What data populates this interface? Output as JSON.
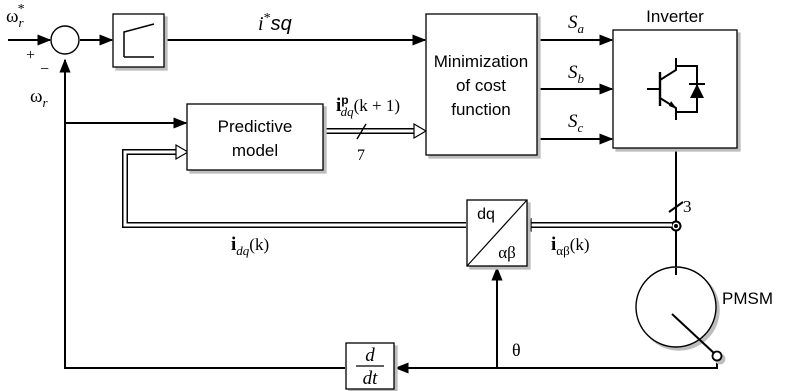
{
  "blocks": {
    "speed_controller": "",
    "predictive_model": [
      "Predictive",
      "model"
    ],
    "minimization": [
      "Minimization",
      "of cost",
      "function"
    ],
    "inverter": "Inverter",
    "park_transform_top": "dq",
    "park_transform_bottom": "αβ",
    "derivative_top": "d",
    "derivative_bottom": "dt",
    "motor": "PMSM"
  },
  "signals": {
    "speed_ref_omega": "ω",
    "speed_ref_sub": "r",
    "speed_ref_sup": "*",
    "plus_sign": "+",
    "minus_sign": "−",
    "speed_feedback_omega": "ω",
    "speed_feedback_sub": "r",
    "current_ref_i": "i",
    "current_ref_sup": "*",
    "current_ref_sub": "sq",
    "switch_a": "S",
    "switch_a_sub": "a",
    "switch_b": "S",
    "switch_b_sub": "b",
    "switch_c": "S",
    "switch_c_sub": "c",
    "predicted_i": "i",
    "predicted_sup": "p",
    "predicted_sub": "dq",
    "predicted_arg": "(k + 1)",
    "predicted_count": "7",
    "phase_count": "3",
    "current_dq_i": "i",
    "current_dq_sub": "dq",
    "current_dq_arg": "(k)",
    "current_ab_i": "i",
    "current_ab_sub": "αβ",
    "current_ab_arg": "(k)",
    "angle": "θ"
  },
  "colors": {
    "line": "#000000",
    "block_fill": "#ffffff",
    "shadow": "#bdbdbd"
  }
}
